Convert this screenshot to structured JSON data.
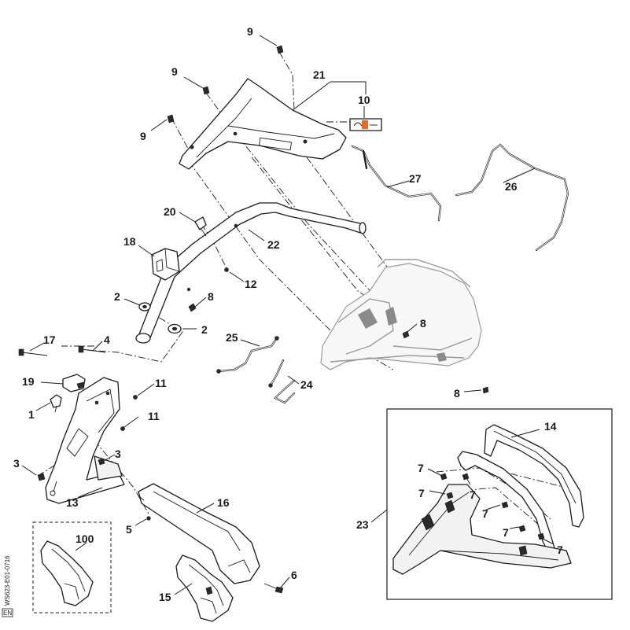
{
  "callouts": [
    {
      "label": "9"
    },
    {
      "label": "9"
    },
    {
      "label": "9"
    },
    {
      "label": "21"
    },
    {
      "label": "10"
    },
    {
      "label": "27"
    },
    {
      "label": "26"
    },
    {
      "label": "20"
    },
    {
      "label": "22"
    },
    {
      "label": "18"
    },
    {
      "label": "12"
    },
    {
      "label": "2"
    },
    {
      "label": "8"
    },
    {
      "label": "2"
    },
    {
      "label": "8"
    },
    {
      "label": "17"
    },
    {
      "label": "4"
    },
    {
      "label": "25"
    },
    {
      "label": "19"
    },
    {
      "label": "11"
    },
    {
      "label": "24"
    },
    {
      "label": "1"
    },
    {
      "label": "11"
    },
    {
      "label": "8"
    },
    {
      "label": "3"
    },
    {
      "label": "3"
    },
    {
      "label": "13"
    },
    {
      "label": "14"
    },
    {
      "label": "7"
    },
    {
      "label": "7"
    },
    {
      "label": "7"
    },
    {
      "label": "7"
    },
    {
      "label": "7"
    },
    {
      "label": "7"
    },
    {
      "label": "16"
    },
    {
      "label": "5"
    },
    {
      "label": "23"
    },
    {
      "label": "100"
    },
    {
      "label": "6"
    },
    {
      "label": "15"
    }
  ],
  "side_code": "WS623-E01-0716",
  "language_tag": "EN",
  "colors": {
    "line": "#1a1a1a",
    "ghost": "#9a9a9a",
    "accent": "#f26522"
  }
}
